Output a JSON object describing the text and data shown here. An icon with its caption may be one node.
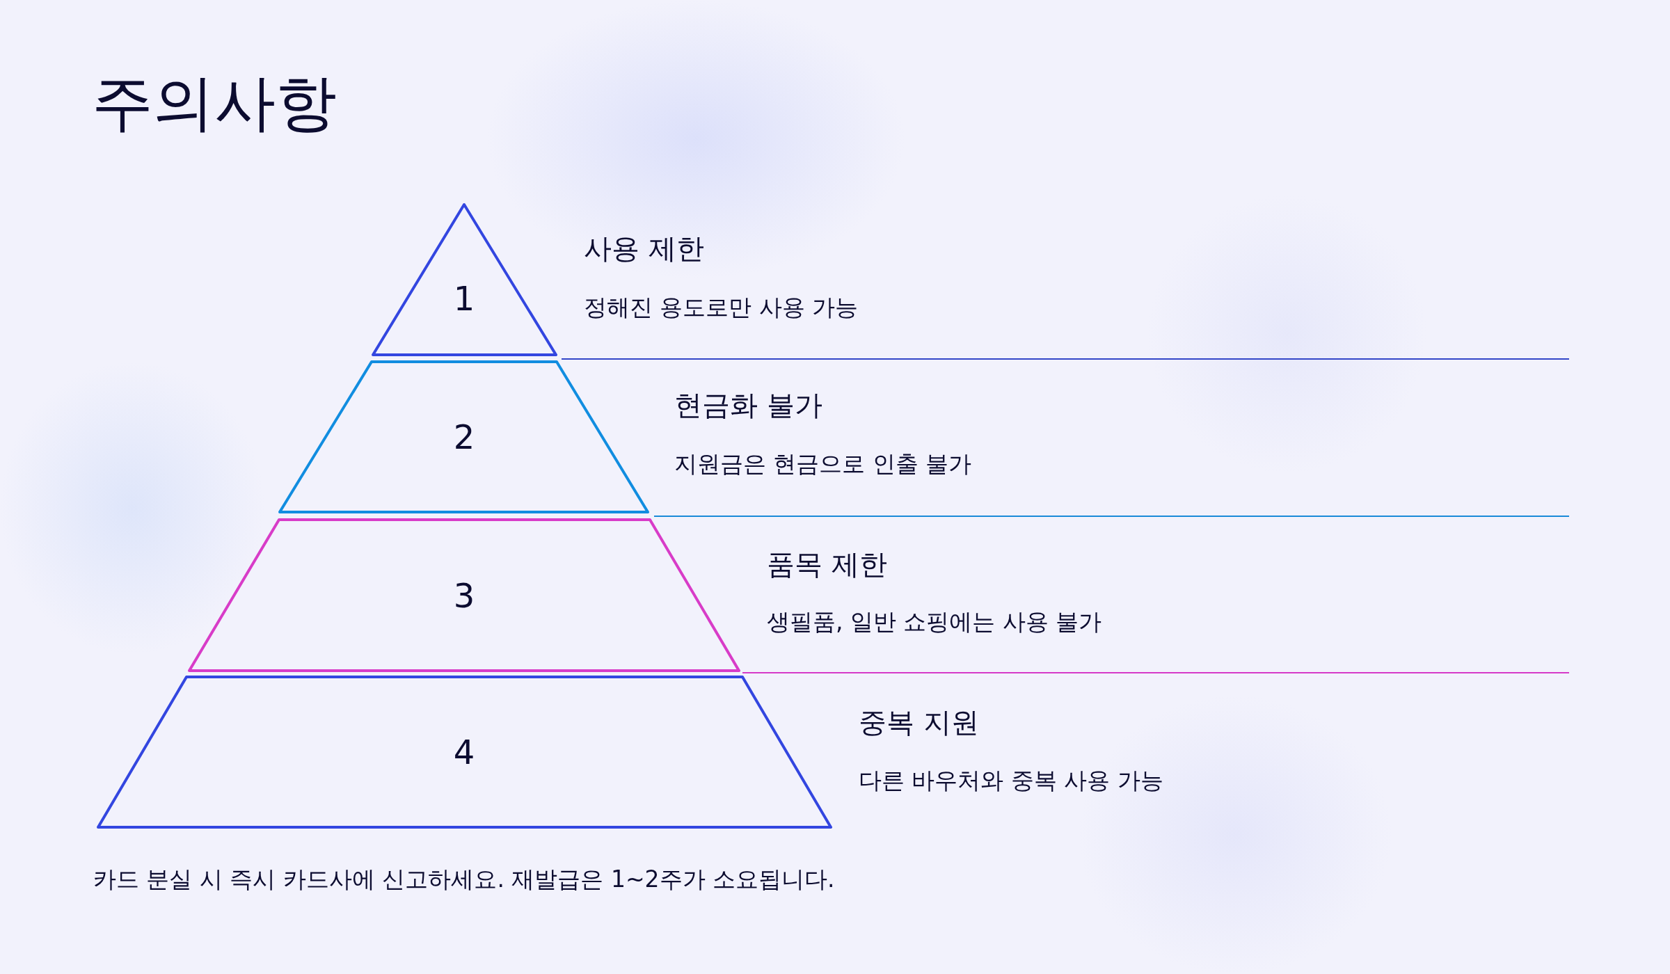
{
  "diagram": {
    "title": "주의사항",
    "nodes": [
      {
        "text": [
          "1",
          "사용 제한",
          "정해진 용도로만 사용 가능"
        ]
      },
      {
        "text": [
          "2",
          "현금화 불가",
          "지원금은 현금으로 인출 불가"
        ]
      },
      {
        "text": [
          "3",
          "품목 제한",
          "생필품, 일반 쇼핑에는 사용 불가"
        ]
      },
      {
        "text": [
          "4",
          "중복 지원",
          "다른 바우처와 중복 사용 가능"
        ]
      }
    ],
    "labels": [
      "카드 분실 시 즉시 카드사에 신고하세요. 재발급은 1~2주가 소요됩니다."
    ]
  }
}
